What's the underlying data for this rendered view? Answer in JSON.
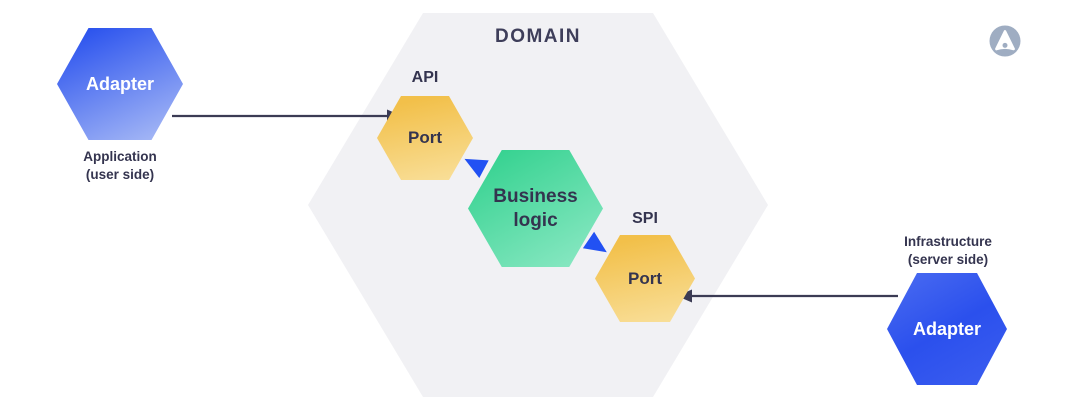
{
  "diagram": {
    "title": "DOMAIN",
    "left_adapter": {
      "label": "Adapter",
      "caption_line1": "Application",
      "caption_line2": "(user side)"
    },
    "api_port": {
      "tag": "API",
      "label": "Port"
    },
    "business_logic": {
      "label_line1": "Business",
      "label_line2": "logic"
    },
    "spi_port": {
      "tag": "SPI",
      "label": "Port"
    },
    "right_adapter": {
      "label": "Adapter",
      "caption_line1": "Infrastructure",
      "caption_line2": "(server side)"
    }
  },
  "icons": {
    "brand_logo": "a-mark-in-circle-icon",
    "flow_markers": "blue-triangle-arrowheads",
    "connectors": "solid-arrows"
  },
  "colors": {
    "domain_fill": "#f1f1f4",
    "domain_text": "#3e3e5a",
    "text_dark": "#34344f",
    "hex_label_light": "#ffffff",
    "arrow": "#3b3b54",
    "triangle_blue": "#2251f3",
    "adapter_blue_deep": "#2a52ee",
    "adapter_blue_light": "#aebff6",
    "adapter_right_light": "#4b6cf1",
    "adapter_right_deep": "#2b50ed",
    "adapter_right_mid": "#3c5ef0",
    "port_yellow_deep": "#f2c04a",
    "port_yellow_light": "#f9e09c",
    "green_deep": "#35d290",
    "green_light": "#8fe9c6",
    "logo": "#9fadc2"
  }
}
